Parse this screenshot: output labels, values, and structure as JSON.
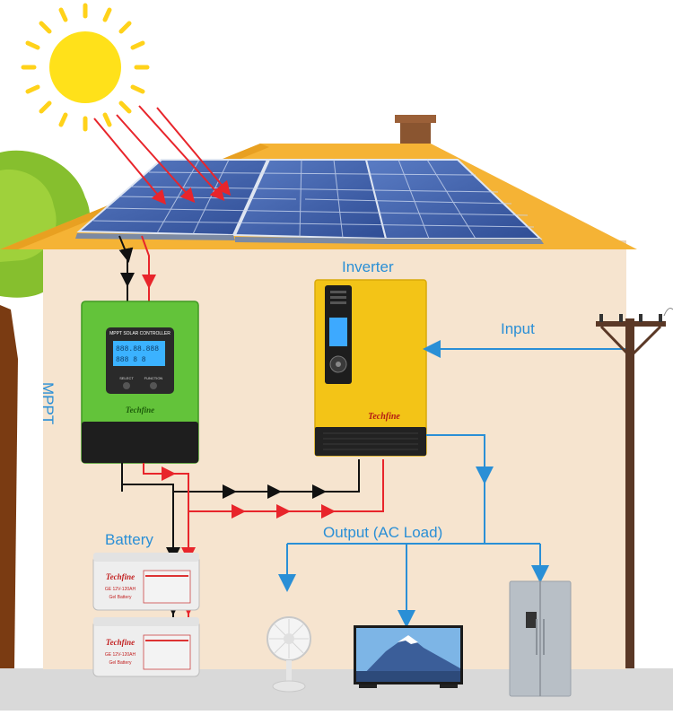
{
  "labels": {
    "inverter": "Inverter",
    "mppt": "MPPT",
    "input": "Input",
    "battery": "Battery",
    "output": "Output (AC Load)"
  },
  "mppt_device": {
    "screen_title": "MPPT SOLAR CONTROLLER",
    "button_left": "SELECT",
    "button_right": "FUNCTION",
    "brand": "Techfine"
  },
  "inverter_device": {
    "brand": "Techfine"
  },
  "batteries": [
    {
      "brand": "Techfine",
      "model": "GE 12V-120AH",
      "type": "Gel Battery"
    },
    {
      "brand": "Techfine",
      "model": "GE 12V-120AH",
      "type": "Gel Battery"
    }
  ],
  "colors": {
    "label_blue": "#2a8fd6",
    "dc_positive": "#e8252b",
    "dc_negative": "#111111",
    "ac_line": "#2a8fd6",
    "roof": "#f5b335",
    "wall": "#f6e4cf",
    "mppt_green": "#63c33a",
    "inverter_yellow": "#f3c417"
  },
  "icons": [
    "sun-icon",
    "solar-panel-icon",
    "fan-icon",
    "tv-icon",
    "refrigerator-icon",
    "utility-pole-icon",
    "tree-icon"
  ]
}
